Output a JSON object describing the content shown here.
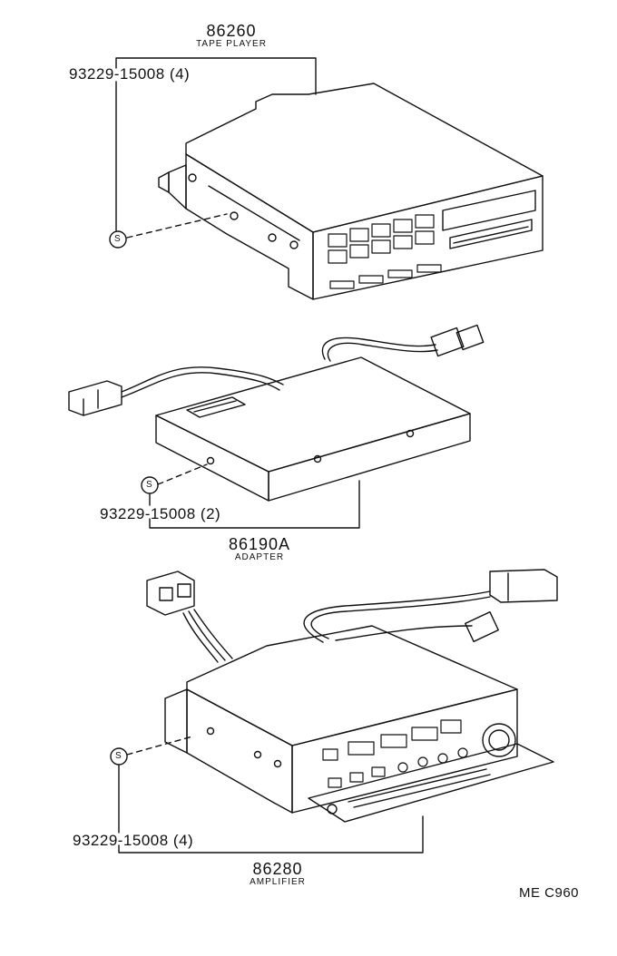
{
  "tape_player": {
    "part_number": "86260",
    "name": "TAPE PLAYER",
    "screw": "93229-15008 (4)",
    "symbol": "S"
  },
  "adapter": {
    "part_number": "86190A",
    "name": "ADAPTER",
    "screw": "93229-15008 (2)",
    "symbol": "S"
  },
  "amplifier": {
    "part_number": "86280",
    "name": "AMPLIFIER",
    "screw": "93229-15008 (4)",
    "symbol": "S"
  },
  "drawing_code": "ME C960"
}
